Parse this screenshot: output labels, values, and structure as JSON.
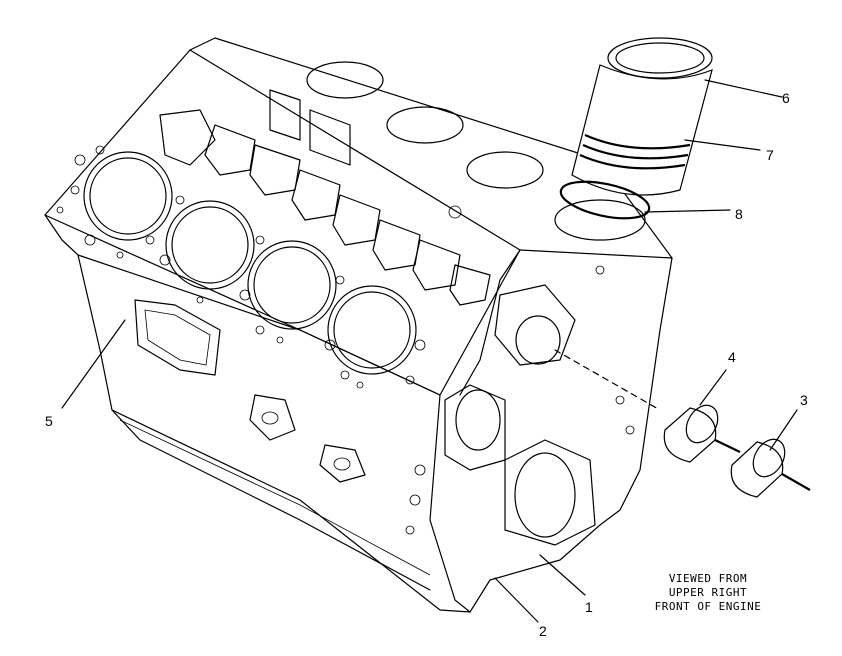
{
  "callouts": [
    {
      "id": "1",
      "label": "1"
    },
    {
      "id": "2",
      "label": "2"
    },
    {
      "id": "3",
      "label": "3"
    },
    {
      "id": "4",
      "label": "4"
    },
    {
      "id": "5",
      "label": "5"
    },
    {
      "id": "6",
      "label": "6"
    },
    {
      "id": "7",
      "label": "7"
    },
    {
      "id": "8",
      "label": "8"
    }
  ],
  "view_note": {
    "line1": "VIEWED FROM",
    "line2": "UPPER RIGHT",
    "line3": "FRONT OF ENGINE"
  }
}
